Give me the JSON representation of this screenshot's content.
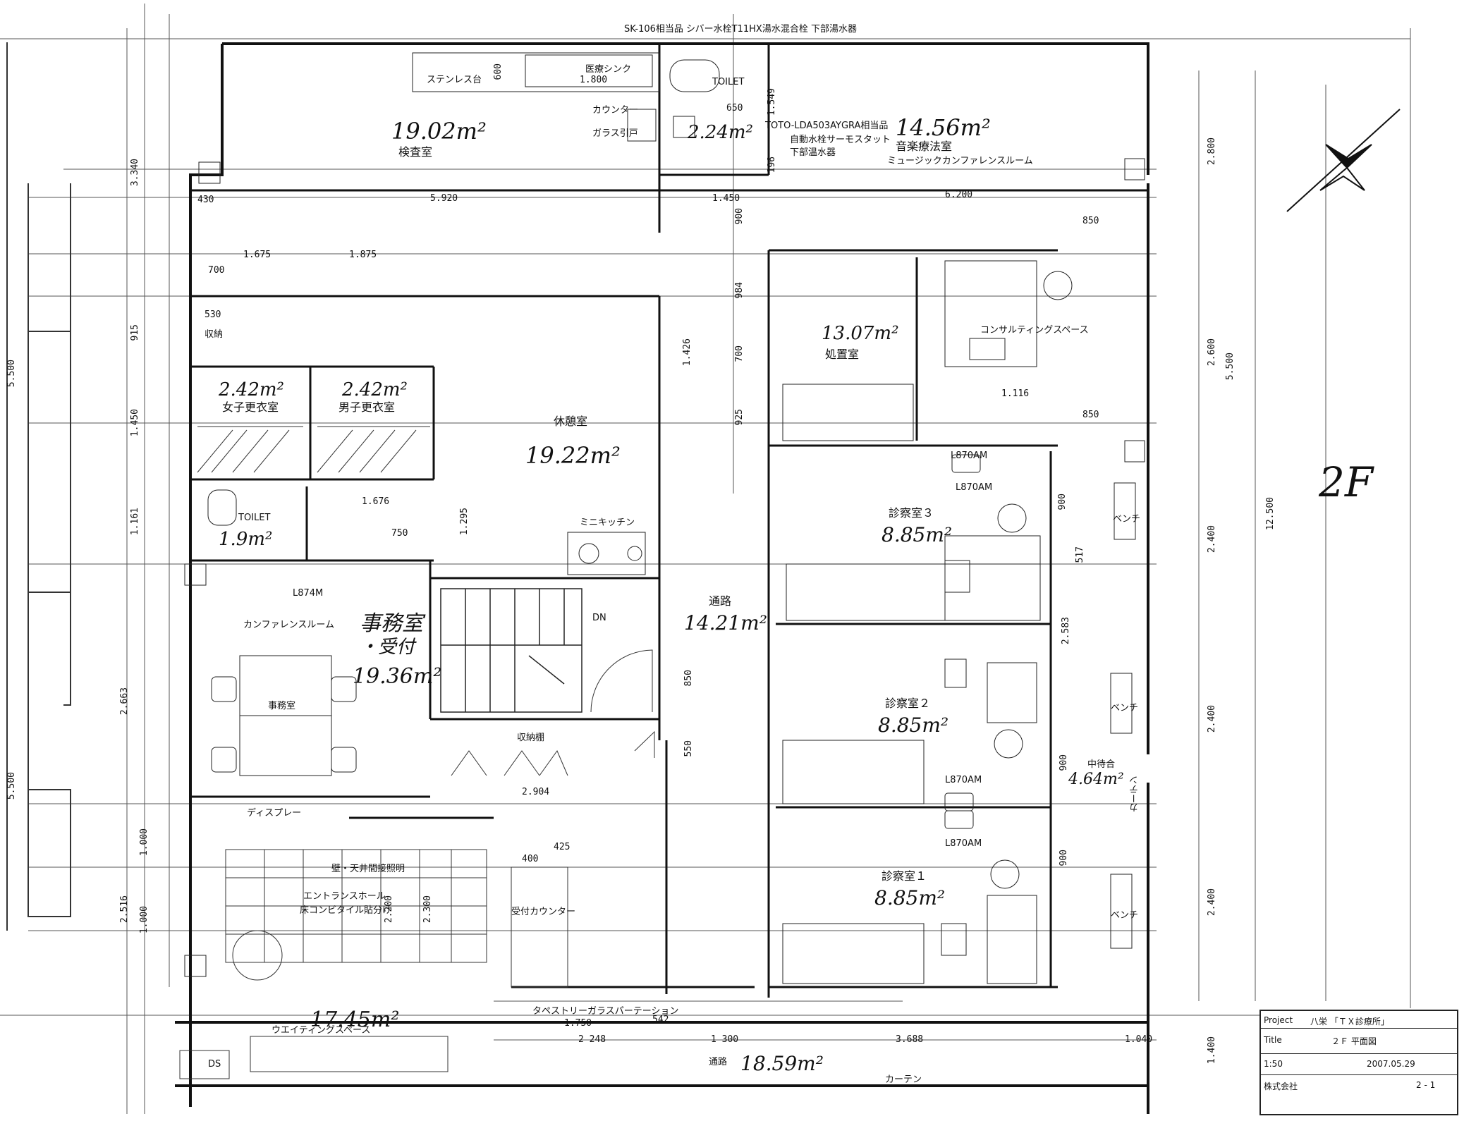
{
  "floor_mark": "2F",
  "rooms": {
    "examination": {
      "area": "19.02m²",
      "name": "検査室"
    },
    "toilet_top": {
      "area": "2.24m²",
      "name": "TOILET"
    },
    "music_room": {
      "area": "14.56m²",
      "name": "音楽療法室",
      "sub": "ミュージックカンファレンスルーム"
    },
    "treatment": {
      "area": "13.07m²",
      "name": "処置室",
      "sub": "コンサルティングスペース"
    },
    "women_locker": {
      "area": "2.42m²",
      "name": "女子更衣室"
    },
    "men_locker": {
      "area": "2.42m²",
      "name": "男子更衣室"
    },
    "rest_room": {
      "area": "19.22m²",
      "name": "休憩室"
    },
    "toilet_left": {
      "area": "1.9m²",
      "name": "TOILET"
    },
    "mini_kitchen": {
      "name": "ミニキッチン"
    },
    "office": {
      "area": "19.36m²",
      "name": "事務室",
      "sub": "・受付",
      "desk": "事務室",
      "conf": "カンファレンスルーム"
    },
    "corridor": {
      "area": "14.21m²",
      "name": "通路"
    },
    "consult3": {
      "area": "8.85m²",
      "name": "診察室３"
    },
    "consult2": {
      "area": "8.85m²",
      "name": "診察室２"
    },
    "consult1": {
      "area": "8.85m²",
      "name": "診察室１"
    },
    "mid_wait": {
      "area": "4.64m²",
      "name": "中待合"
    },
    "waiting": {
      "area": "17.45m²",
      "name": "ウエイティングスペース"
    },
    "passage": {
      "area": "18.59m²",
      "name": "通路"
    }
  },
  "labels": {
    "sink_note": "SK-106相当品 シバー水栓T11HX湯水混合栓 下部湯水器",
    "stainless": "ステンレス台",
    "medical_sink": "医療シンク",
    "counter": "カウンター",
    "glass_door": "ガラス引戸",
    "toto_note": "TOTO-LDA503AYGRA相当品",
    "mixer_note": "自動水栓サーモスタット",
    "heater_note": "下部温水器",
    "storage": "収納",
    "storage2": "収納棚",
    "stairs_dn": "DN",
    "display": "ディスプレー",
    "ceiling_note": "壁・天井間接照明",
    "entrance": "エントランスホール",
    "floor_note": "床コンビタイル貼分け",
    "reception": "受付カウンター",
    "partition": "タペストリーガラスパーテーション",
    "bench1": "ベンチ",
    "bench2": "ベンチ",
    "bench3": "ベンチ",
    "curtain1": "カーテン",
    "curtain2": "カーテン",
    "ds": "DS",
    "l870_1": "L870AM",
    "l870_2": "L870AM",
    "l870_3": "L870AM",
    "l870_4": "L870AM",
    "l874": "L874M"
  },
  "dims": {
    "d_430": "430",
    "d_5920": "5.920",
    "d_1450": "1.450",
    "d_6200": "6.200",
    "d_1675": "1.675",
    "d_1875": "1.875",
    "d_700": "700",
    "d_530": "530",
    "d_915": "915",
    "d_1450b": "1.450",
    "d_1161": "1.161",
    "d_2663": "2.663",
    "d_1000a": "1.000",
    "d_1000b": "1.000",
    "d_2516": "2.516",
    "d_5500a": "5.500",
    "d_5500b": "5.500",
    "d_3340": "3.340",
    "d_1800": "1.800",
    "d_600": "600",
    "d_650": "650",
    "d_1549": "1.549",
    "d_196": "196",
    "d_900a": "900",
    "d_984": "984",
    "d_700b": "700",
    "d_925": "925",
    "d_2800": "2.800",
    "d_2600": "2.600",
    "d_5500c": "5.500",
    "d_12500": "12.500",
    "d_2400a": "2.400",
    "d_2400b": "2.400",
    "d_2400c": "2.400",
    "d_1400": "1.400",
    "d_850a": "850",
    "d_850b": "850",
    "d_1116": "1.116",
    "d_2904": "2.904",
    "d_1750": "1.750",
    "d_2248": "2 248",
    "d_1300": "1 300",
    "d_3688": "3.688",
    "d_1040": "1.040",
    "d_550": "550",
    "d_850c": "850",
    "d_1426": "1.426",
    "d_1295": "1.295",
    "d_750": "750",
    "d_1676": "1.676",
    "d_2200": "2.200",
    "d_2300": "2.300",
    "d_400": "400",
    "d_425": "425",
    "d_900b": "900",
    "d_542": "542",
    "d_517": "517",
    "d_2583": "2.583",
    "d_900c": "900",
    "d_900d": "900"
  },
  "title_block": {
    "project_label": "Project",
    "project": "八栄 「ＴＸ診療所」",
    "title_label": "Title",
    "title": "２Ｆ 平面図",
    "scale": "1:50",
    "date": "2007.05.29",
    "company": "株式会社",
    "sheet": "2 - 1"
  }
}
